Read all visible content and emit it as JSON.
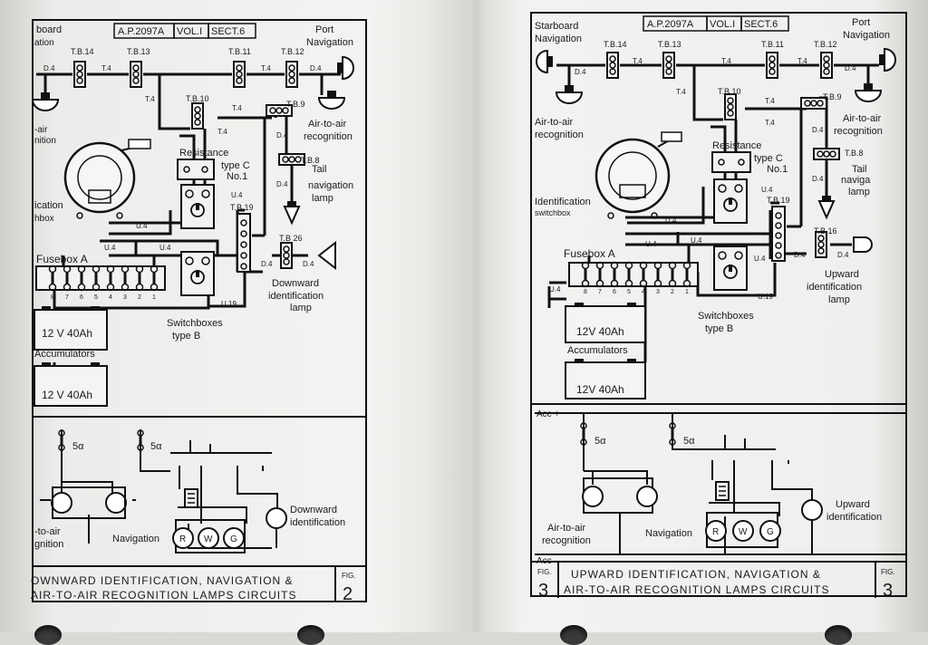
{
  "left_page": {
    "ref": "A.P.2097A",
    "vol": "VOL.I",
    "sect": "SECT.6",
    "corner_label": "board",
    "corner_label_2": "ation",
    "port_nav": [
      "Port",
      "Navigation"
    ],
    "tb": {
      "tb14": "T.B.14",
      "tb13": "T.B.13",
      "tb11": "T.B.11",
      "tb12": "T.B.12",
      "tb10": "T.B.10",
      "tb9": "T.B.9",
      "tb8": "T.B.8",
      "tb19": "T.B.19",
      "tb26": "T.B 26"
    },
    "wires": {
      "d4": "D.4",
      "t4": "T.4",
      "u4": "U.4",
      "u19": "U.19"
    },
    "air_left": [
      "-air",
      "nition"
    ],
    "air_to_air": [
      "Air-to-air",
      "recognition"
    ],
    "resistance": [
      "Resistance",
      "type C",
      "No.1"
    ],
    "tail": [
      "Tail",
      "navigation",
      "lamp"
    ],
    "ident": [
      "ication",
      "hbox"
    ],
    "fusebox": "Fusebox A",
    "fuse_numbers": [
      "8",
      "7",
      "6",
      "5",
      "4",
      "3",
      "2",
      "1"
    ],
    "downward": [
      "Downward",
      "identification",
      "lamp"
    ],
    "switchboxes": [
      "Switchboxes",
      "type B"
    ],
    "battery": "12 V 40Ah",
    "accumulators": "Accumulators",
    "fuse_rating": "5α",
    "lower_left": [
      "-to-air",
      "gnition"
    ],
    "navigation": "Navigation",
    "rwg": [
      "R",
      "W",
      "G"
    ],
    "downward_ident": [
      "Downward",
      "identification"
    ],
    "caption": [
      "OWNWARD IDENTIFICATION, NAVIGATION &",
      "AIR-TO-AIR RECOGNITION LAMPS CIRCUITS"
    ],
    "fig_label": "FIG.",
    "fig_num": "2"
  },
  "right_page": {
    "ref": "A.P.2097A",
    "vol": "VOL.I",
    "sect": "SECT.6",
    "starboard_nav": [
      "Starboard",
      "Navigation"
    ],
    "port_nav": [
      "Port",
      "Navigation"
    ],
    "tb": {
      "tb14": "T.B.14",
      "tb13": "T.B.13",
      "tb11": "T.B.11",
      "tb12": "T.B.12",
      "tb10": "T.B.10",
      "tb9": "T.B.9",
      "tb8": "T.B.8",
      "tb19": "T.B.19",
      "tb16": "T.B.16"
    },
    "wires": {
      "d4": "D.4",
      "t4": "T.4",
      "u4": "U.4",
      "u19": "U.19"
    },
    "air_to_air_left": [
      "Air-to-air",
      "recognition"
    ],
    "air_to_air_right": [
      "Air-to-air",
      "recognition"
    ],
    "resistance": [
      "Resistance",
      "type C",
      "No.1"
    ],
    "tail": [
      "Tail",
      "naviga",
      "lamp"
    ],
    "ident": [
      "Identification",
      "switchbox"
    ],
    "fusebox": "Fusebox A",
    "fuse_numbers": [
      "8",
      "7",
      "6",
      "5",
      "4",
      "3",
      "2",
      "1"
    ],
    "upward": [
      "Upward",
      "identification",
      "lamp"
    ],
    "switchboxes": [
      "Switchboxes",
      "type B"
    ],
    "battery": "12V 40Ah",
    "accumulators": "Accumulators",
    "acc_plus": "Acc +",
    "acc_minus": "Acc –",
    "fuse_rating": "5α",
    "lower_air": [
      "Air-to-air",
      "recognition"
    ],
    "navigation": "Navigation",
    "rwg": [
      "R",
      "W",
      "G"
    ],
    "upward_ident": [
      "Upward",
      "identification"
    ],
    "caption": [
      "UPWARD IDENTIFICATION, NAVIGATION &",
      "AIR-TO-AIR RECOGNITION LAMPS CIRCUITS"
    ],
    "fig_label": "FIG.",
    "fig_num": "3"
  }
}
